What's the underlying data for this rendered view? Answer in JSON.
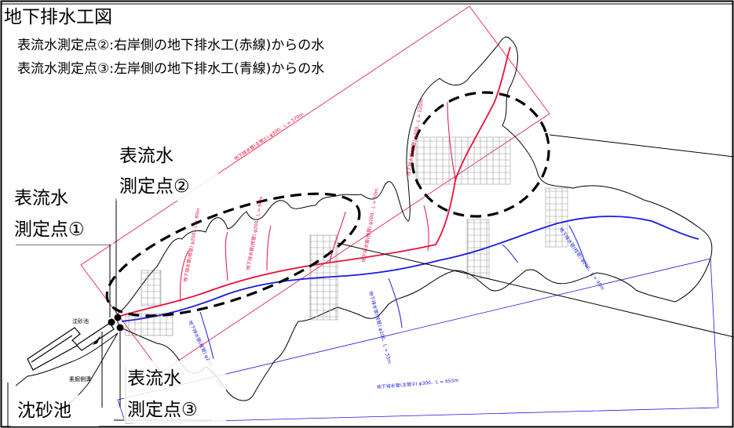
{
  "title": "地下排水工図",
  "legend": {
    "line1": "表流水測定点②:右岸側の地下排水工(赤線)からの水",
    "line2": "表流水測定点③:左岸側の地下排水工(青線)からの水"
  },
  "callouts": {
    "p1_a": "表流水",
    "p1_b": "測定点①",
    "p2_a": "表流水",
    "p2_b": "測定点②",
    "p3_a": "表流水",
    "p3_b": "測定点③",
    "basin": "沈砂池"
  },
  "map_labels": {
    "basin_small": "沈砂池",
    "ditch": "素掘側溝",
    "red_main": "地下排水管(主管①) φ300、L = 570m",
    "blue_main": "地下排水管(主管②) φ300、L = 655m",
    "red_branch_a": "地下排水管(枝管) φ200、L = 80m",
    "red_branch_b": "地下排水管(枝管) φ200、L = 60m",
    "red_branch_c": "地下排水管(枝管) φ200、L = 50m",
    "red_branch_d": "地下排水管(枝管) φ200、L = 120m",
    "blue_branch_a": "地下排水管(枝管) φ200、L = 30m",
    "blue_branch_b": "地下排水管(枝管) φ200、L = 55m",
    "blue_branch_c": "地下排水管(枝管) φ200、L = 40m"
  },
  "colors": {
    "red_drain": "#e8103c",
    "blue_drain": "#1a1ae0",
    "frame": "#000000"
  }
}
